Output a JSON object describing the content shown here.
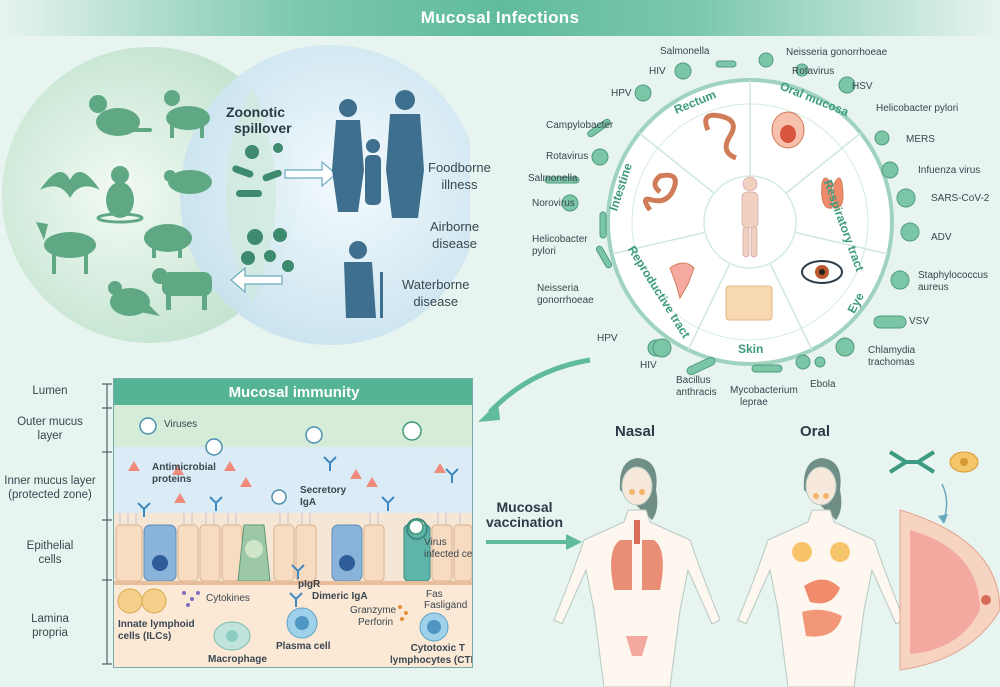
{
  "title": "Mucosal Infections",
  "zoonotic": {
    "spillover_line1": "Zoonotic",
    "spillover_line2": "spillover",
    "foodborne_line1": "Foodborne",
    "foodborne_line2": "illness",
    "airborne_line1": "Airborne",
    "airborne_line2": "disease",
    "waterborne_line1": "Waterborne",
    "waterborne_line2": "disease"
  },
  "wheel": {
    "segments": [
      "Rectum",
      "Oral mucosa",
      "Respiratory tract",
      "Eye",
      "Skin",
      "Reproductive tract",
      "Intestine"
    ],
    "pathogens": {
      "salmonella_top": "Salmonella",
      "neisseria_top": "Neisseria gonorrhoeae",
      "hiv_top": "HIV",
      "rotavirus_top": "Rotavirus",
      "hsv": "HSV",
      "hpv_top": "HPV",
      "helicobacter_right": "Helicobacter pylori",
      "mers": "MERS",
      "campylobacter": "Campylobacter",
      "influenza": "Infuenza virus",
      "rotavirus_left": "Rotavirus",
      "sars": "SARS-CoV-2",
      "salmonella_left": "Salmonella",
      "norovirus": "Norovirus",
      "adv": "ADV",
      "helicobacter_left_1": "Helicobacter",
      "helicobacter_left_2": "pylori",
      "staph_1": "Staphylococcus",
      "staph_2": "aureus",
      "neisseria_left_1": "Neisseria",
      "neisseria_left_2": "gonorrhoeae",
      "vsv": "VSV",
      "hpv_bottom": "HPV",
      "chlamydia_1": "Chlamydia",
      "chlamydia_2": "trachomas",
      "hiv_bottom": "HIV",
      "bacillus_1": "Bacillus",
      "bacillus_2": "anthracis",
      "ebola": "Ebola",
      "myco_1": "Mycobacterium",
      "myco_2": "leprae"
    }
  },
  "layers": {
    "lumen": "Lumen",
    "outer_1": "Outer mucus",
    "outer_2": "layer",
    "inner_1": "Inner mucus layer",
    "inner_2": "(protected zone)",
    "epi_1": "Epithelial",
    "epi_2": "cells",
    "lamina_1": "Lamina",
    "lamina_2": "propria"
  },
  "immunity": {
    "title": "Mucosal immunity",
    "viruses": "Viruses",
    "amp_1": "Antimicrobial",
    "amp_2": "proteins",
    "siga_1": "Secretory",
    "siga_2": "IgA",
    "virus_cell_1": "Virus",
    "virus_cell_2": "infected cell",
    "pigr": "pIgR",
    "dimeric": "Dimeric IgA",
    "cytokines": "Cytokines",
    "ilc_1": "Innate lymphoid",
    "ilc_2": "cells (ILCs)",
    "macrophage": "Macrophage",
    "plasma": "Plasma cell",
    "granzyme": "Granzyme",
    "perforin": "Perforin",
    "fas": "Fas",
    "fasligand": "Fasligand",
    "ctl_1": "Cytotoxic T",
    "ctl_2": "lymphocytes (CTLs)"
  },
  "vaccination": {
    "line1": "Mucosal",
    "line2": "vaccination",
    "nasal": "Nasal",
    "oral": "Oral"
  },
  "colors": {
    "teal": "#55b495",
    "animal_green": "#5fa883",
    "human_blue": "#3f6f8e",
    "virus_green": "#5cae8e"
  }
}
